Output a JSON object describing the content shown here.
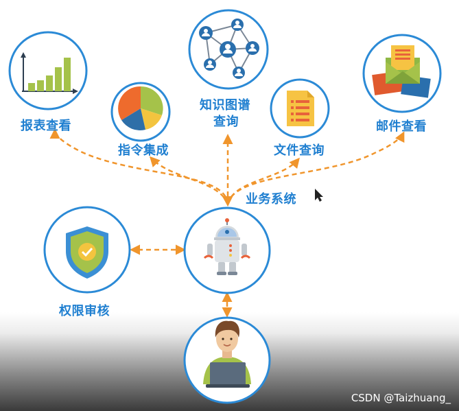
{
  "nodes": {
    "report": {
      "label": "报表查看",
      "icon": "bar-chart-icon"
    },
    "command": {
      "label": "指令集成",
      "icon": "pie-chart-icon"
    },
    "knowledge": {
      "label_line1": "知识图谱",
      "label_line2": "查询",
      "icon": "network-graph-icon"
    },
    "file": {
      "label": "文件查询",
      "icon": "document-icon"
    },
    "mail": {
      "label": "邮件查看",
      "icon": "envelopes-icon"
    },
    "business": {
      "label": "业务系统",
      "icon": "robot-icon"
    },
    "permission": {
      "label": "权限审核",
      "icon": "shield-check-icon"
    },
    "user": {
      "icon": "user-laptop-icon"
    }
  },
  "watermark": "CSDN @Taizhuang_",
  "colors": {
    "accent": "#1f7fd0",
    "ring": "#2b8ad6",
    "connector": "#f0952c"
  }
}
